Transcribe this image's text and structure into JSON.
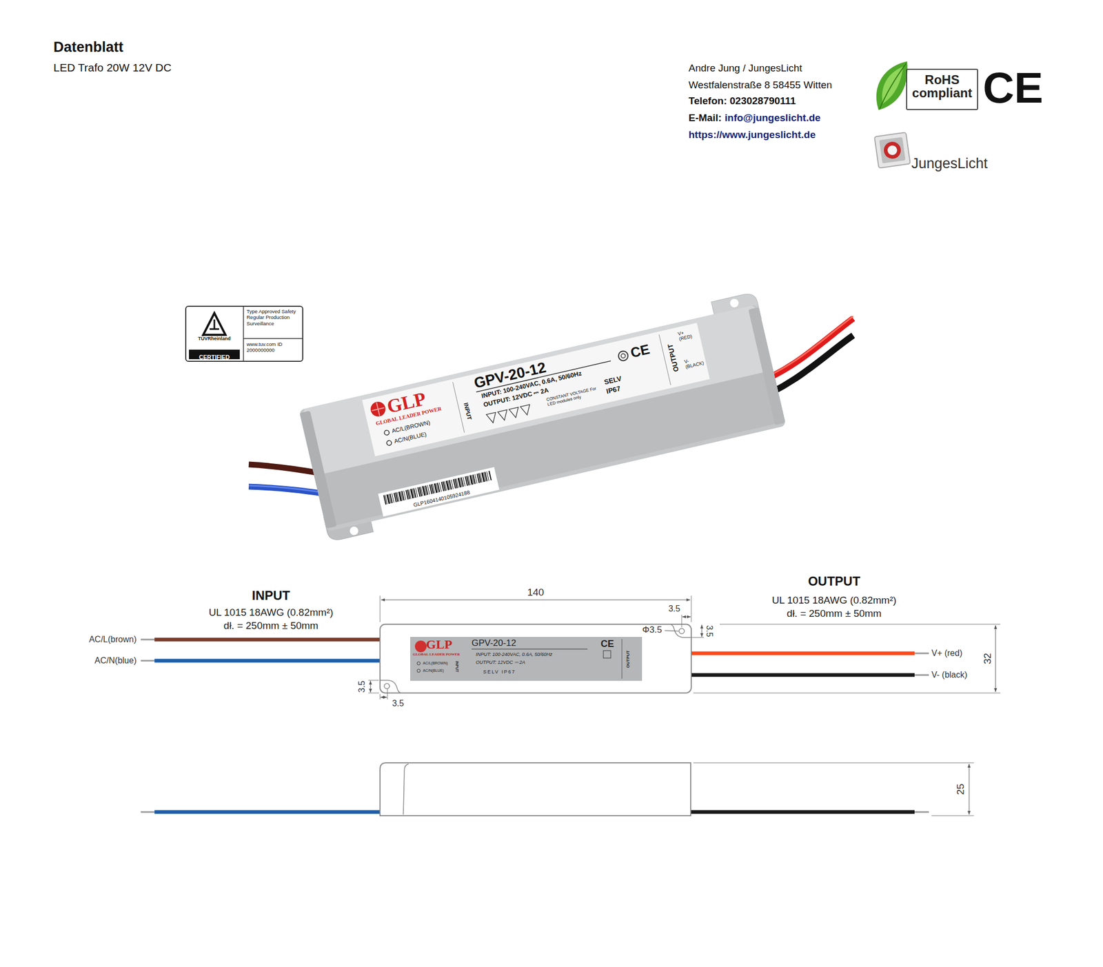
{
  "diagram": {
    "title": "Datenblatt",
    "nodes": [
      {
        "text": [
          "TÜVRheinland",
          "CERTIFIED",
          "Type Approved Safety Regular Production Surveillance",
          "www.tuv.com ID 2000000000"
        ]
      },
      {
        "text": [
          "RoHS compliant"
        ]
      },
      {
        "text": [
          "GLP",
          "GLOBAL LEADER POWER",
          "AC/L(BROWN)",
          "AC/N(BLUE)",
          "INPUT",
          "GPV-20-12",
          "INPUT: 100-240VAC, 0.6A, 50/60Hz",
          "OUTPUT: 12VDC ⎓ 2A",
          "CONSTANT VOLTAGE For LED modules only",
          "SELV",
          "IP67",
          "CE",
          "OUTPUT",
          "V+ (RED)",
          "V- (BLACK)"
        ]
      },
      {
        "text": [
          "GLP",
          "GLOBAL LEADER POWER",
          "AC/L(BROWN)",
          "AC/N(BLUE)",
          "INPUT",
          "GPV-20-12",
          "INPUT: 100-240VAC, 0.6A, 50/60Hz",
          "OUTPUT: 12VDC ⎓ 2A",
          "SELV IP67",
          "CE",
          "OUTPUT"
        ]
      }
    ],
    "labels": [
      "LED Trafo 20W 12V DC",
      "Andre Jung / JungesLicht",
      "Westfalenstraße 8 58455 Witten",
      "Telefon: 023028790111",
      "E-Mail:",
      "info@jungeslicht.de",
      "https://www.jungeslicht.de",
      "CE",
      "JungesLicht",
      "GLP1604140105924188",
      "INPUT",
      "UL 1015 18AWG (0.82mm²)",
      "dł. = 250mm ± 50mm",
      "AC/L(brown)",
      "AC/N(blue)",
      "140",
      "3.5",
      "Φ3.5",
      "3.5",
      "3.5",
      "3.5",
      "OUTPUT",
      "UL 1015 18AWG (0.82mm²)",
      "dł. = 250mm ± 50mm",
      "V+ (red)",
      "V- (black)",
      "32",
      "25"
    ]
  }
}
